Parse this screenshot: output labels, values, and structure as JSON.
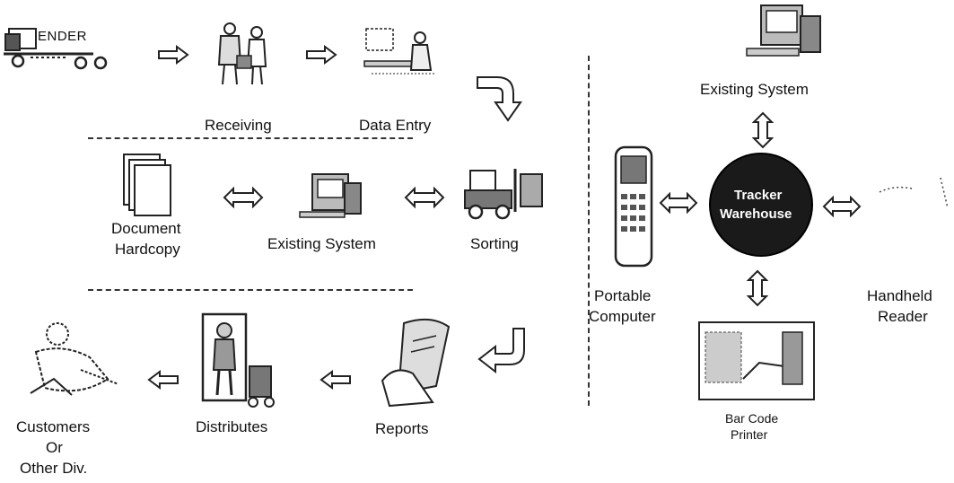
{
  "left_flow": {
    "row1": {
      "vender": "ENDER",
      "receiving": "Receiving",
      "data_entry": "Data Entry"
    },
    "row2": {
      "document": "Document",
      "hardcopy": "Hardcopy",
      "existing_system": "Existing System",
      "sorting": "Sorting"
    },
    "row3": {
      "customers": "Customers",
      "or": "Or",
      "other_div": "Other Div.",
      "distributes": "Distributes",
      "reports": "Reports"
    }
  },
  "right_panel": {
    "existing_system": "Existing System",
    "hub_line1": "Tracker",
    "hub_line2": "Warehouse",
    "portable_line1": "Portable",
    "portable_line2": "Computer",
    "handheld_line1": "Handheld",
    "handheld_line2": "Reader",
    "printer_line1": "Bar Code",
    "printer_line2": "Printer"
  }
}
